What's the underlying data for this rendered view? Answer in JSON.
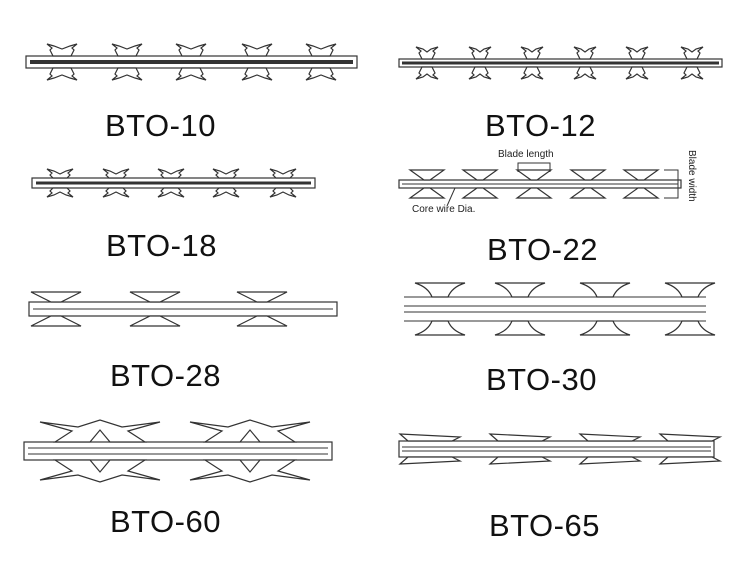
{
  "types": [
    {
      "id": "bto10",
      "label": "BTO-10"
    },
    {
      "id": "bto12",
      "label": "BTO-12"
    },
    {
      "id": "bto18",
      "label": "BTO-18"
    },
    {
      "id": "bto22",
      "label": "BTO-22"
    },
    {
      "id": "bto28",
      "label": "BTO-28"
    },
    {
      "id": "bto30",
      "label": "BTO-30"
    },
    {
      "id": "bto60",
      "label": "BTO-60"
    },
    {
      "id": "bto65",
      "label": "BTO-65"
    }
  ],
  "annotations": {
    "blade_length": "Blade length",
    "blade_width": "Blade width",
    "core_wire": "Core wire Dia."
  },
  "colors": {
    "line": "#333333",
    "background": "#ffffff"
  }
}
